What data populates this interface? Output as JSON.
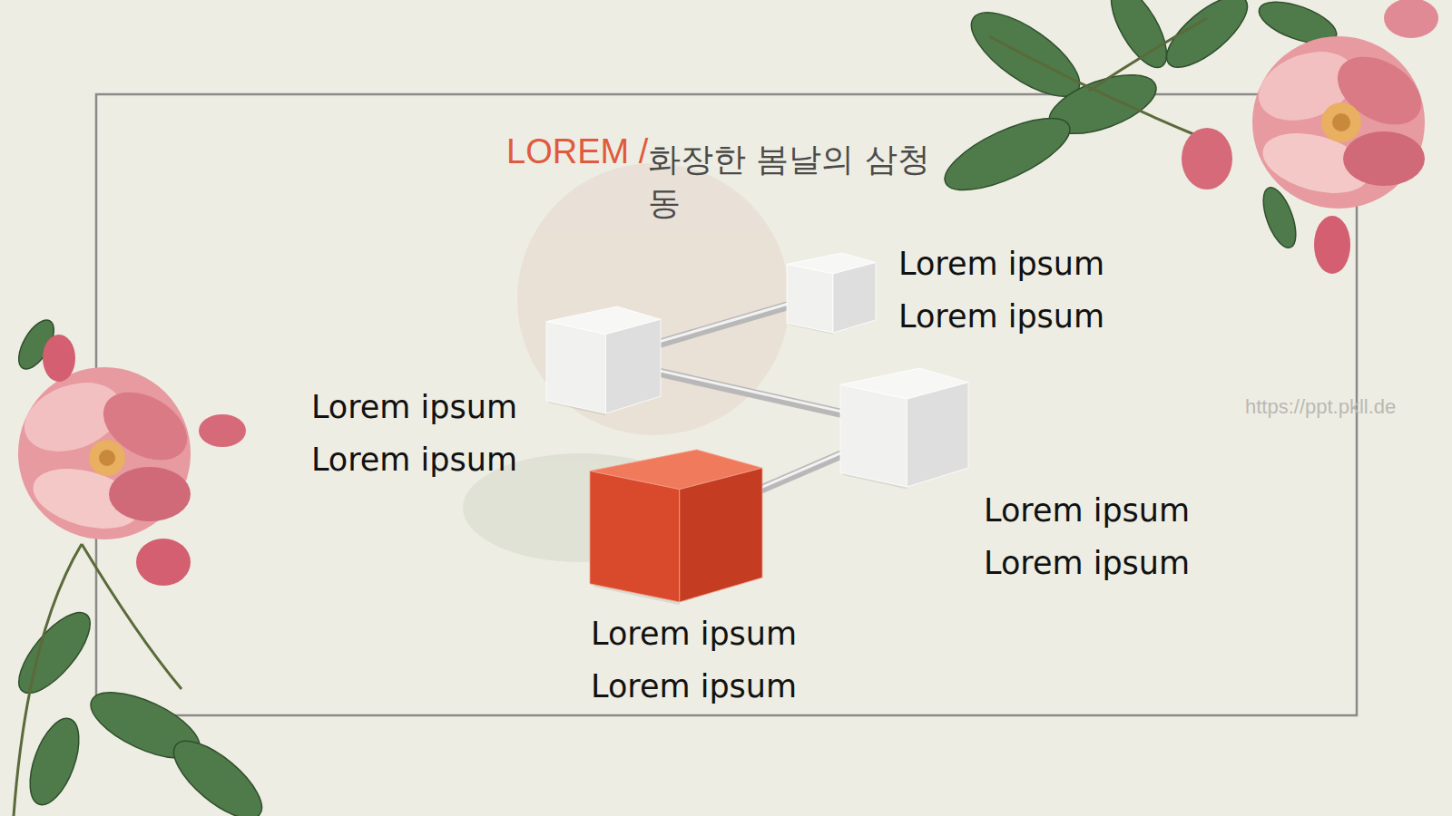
{
  "diagram": {
    "title": "LOREM /",
    "nodes": [
      {
        "text": [
          "Lorem ipsum Lorem ipsum"
        ]
      },
      {
        "text": [
          "Lorem ipsum Lorem ipsum"
        ]
      },
      {
        "text": [
          "Lorem ipsum Lorem ipsum"
        ]
      },
      {
        "text": [
          "Lorem ipsum Lorem ipsum"
        ]
      }
    ],
    "edges": [
      {
        "from": 1,
        "to": 0,
        "arrow": "none"
      },
      {
        "from": 1,
        "to": 2,
        "arrow": "none"
      },
      {
        "from": 2,
        "to": 3,
        "arrow": "none"
      }
    ],
    "labels": [
      "화장한 봄날의 삼청동",
      "https://ppt.pkll.de"
    ]
  }
}
